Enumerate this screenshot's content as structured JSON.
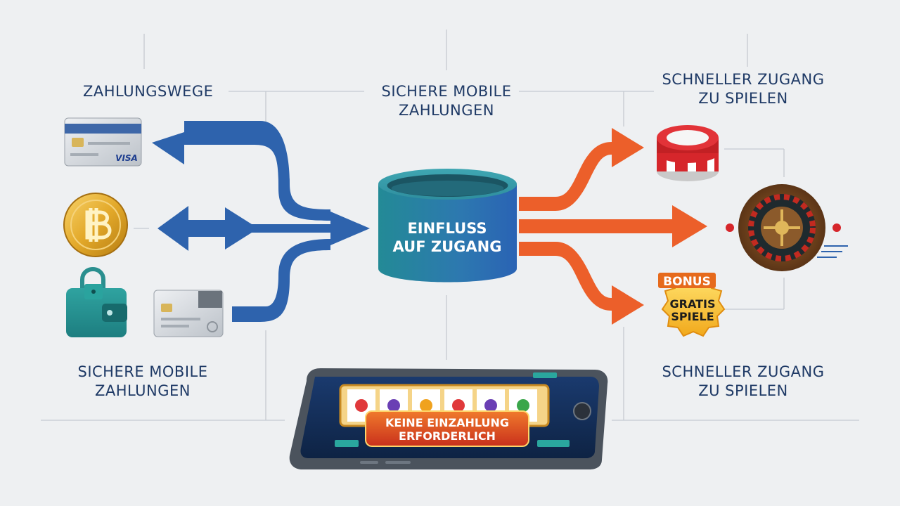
{
  "labels": {
    "payment_methods": "ZAHLUNGSWEGE",
    "secure_mobile_top": [
      "SICHERE MOBILE",
      "ZAHLUNGEN"
    ],
    "fast_access_top": [
      "SCHNELLER ZUGANG",
      "ZU SPIELEN"
    ],
    "secure_mobile_bottom": [
      "SICHERE MOBILE",
      "ZAHLUNGEN"
    ],
    "fast_access_bottom": [
      "SCHNELLER ZUGANG",
      "ZU SPIELEN"
    ]
  },
  "center_node": {
    "lines": [
      "EINFLUSS",
      "AUF ZUGANG"
    ]
  },
  "phone": {
    "banner": [
      "KEINE EINZAHLUNG",
      "ERFORDERLICH"
    ]
  },
  "card_top": {
    "brand": "VISA"
  },
  "bonus_badge": {
    "top": "BONUS",
    "line1": "GRATIS",
    "line2": "SPIELE"
  },
  "colors": {
    "input_arrows": "#2e63ad",
    "output_arrows": "#ec5f2a",
    "cylinder": "#2c8c9c",
    "label_text": "#1f3a66",
    "connector_lines": "#c5cad1",
    "background": "#eef0f2"
  },
  "icons": [
    "credit-card-icon",
    "bitcoin-coin-icon",
    "locked-wallet-icon",
    "id-card-icon",
    "poker-chips-icon",
    "roulette-wheel-icon",
    "bonus-badge-icon",
    "smartphone-slot-game-icon"
  ]
}
